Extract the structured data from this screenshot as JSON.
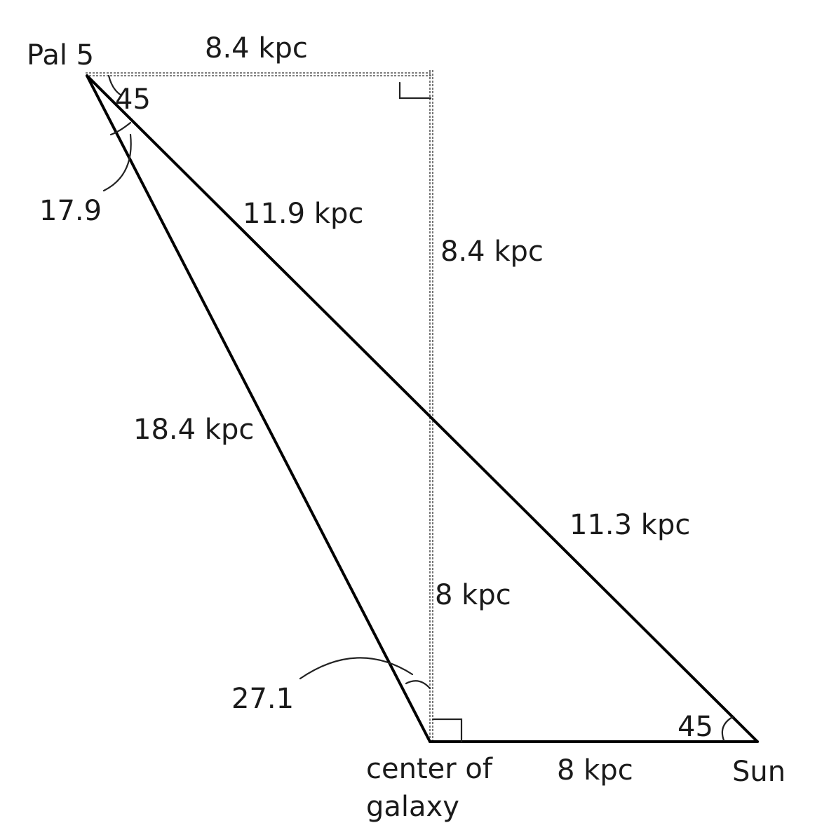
{
  "diagram": {
    "points": {
      "pal5": "Pal 5",
      "galactic_center_line1": "center of",
      "galactic_center_line2": "galaxy",
      "sun": "Sun"
    },
    "edge_labels": {
      "top_horizontal": "8.4 kpc",
      "vertical_upper": "8.4 kpc",
      "vertical_lower": "8 kpc",
      "pal5_to_intersection": "11.9 kpc",
      "intersection_to_sun": "11.3 kpc",
      "pal5_to_center": "18.4 kpc",
      "center_to_sun": "8 kpc"
    },
    "angle_labels": {
      "pal5_upper": "45",
      "pal5_between": "17.9",
      "center": "27.1",
      "sun": "45"
    }
  }
}
